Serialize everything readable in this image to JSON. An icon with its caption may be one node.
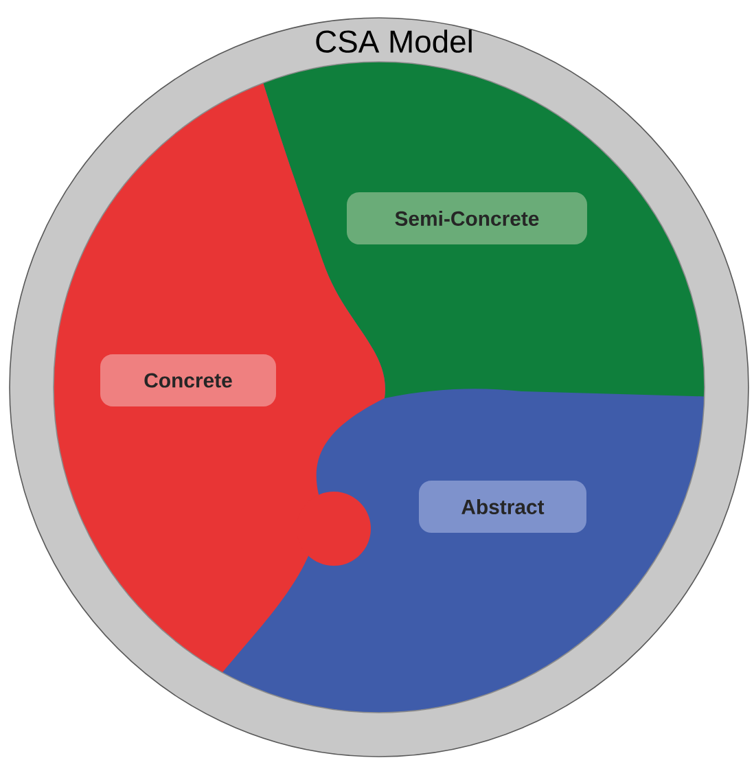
{
  "diagram": {
    "nodes": [
      {
        "text": [
          "CSA Model"
        ]
      },
      {
        "text": [
          "Semi-Concrete"
        ],
        "in": 0
      },
      {
        "text": [
          "Concrete"
        ],
        "in": 0
      },
      {
        "text": [
          "Abstract"
        ],
        "in": 0
      }
    ]
  }
}
